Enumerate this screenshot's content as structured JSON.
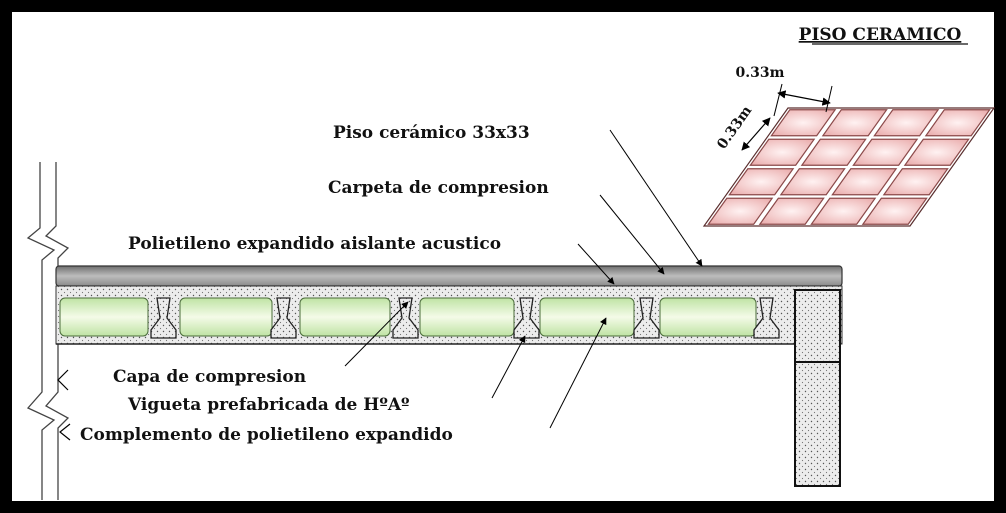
{
  "title": "PISO CERAMICO",
  "tile_dimensions": {
    "width": "0.33m",
    "height": "0.33m"
  },
  "labels": {
    "piso": "Piso cerámico 33x33",
    "carpeta": "Carpeta de compresion",
    "polietileno_aislante": "Polietileno expandido aislante acustico",
    "capa": "Capa de compresion",
    "vigueta": "Vigueta prefabricada de HºAº",
    "complemento": "Complemento de polietileno expandido"
  },
  "colors": {
    "tile_fill": "#f1c9c9",
    "block_fill": "#d9f0c4",
    "slab_top": "#8c8c8c",
    "concrete": "#e8e8e8",
    "frame": "#000000"
  }
}
